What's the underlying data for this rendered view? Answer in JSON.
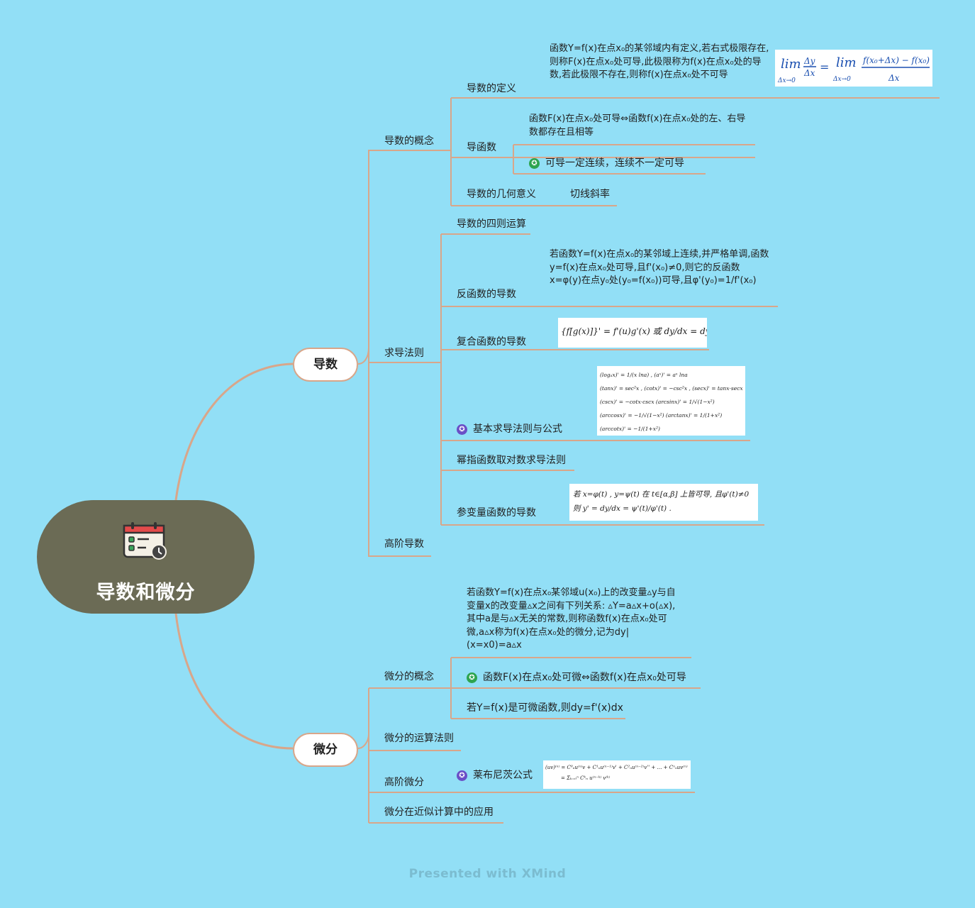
{
  "root": {
    "title": "导数和微分",
    "icon": "calendar-checklist-clock-icon"
  },
  "branches": {
    "derivative": {
      "label": "导数",
      "concept": {
        "label": "导数的概念",
        "definition": {
          "label": "导数的定义",
          "text": "函数Y=f(x)在点x₀的某邻域内有定义,若右式极限存在,则称F(x)在点x₀处可导,此极限称为f(x)在点x₀处的导数,若此极限不存在,则称f(x)在点x₀处不可导",
          "formula": "lim Δy/Δx = lim [f(x₀+Δx) − f(x₀)] / Δx (Δx→0)"
        },
        "derivative_function": {
          "label": "导函数",
          "text": "函数F(x)在点x₀处可导⇔函数f(x)在点x₀处的左、右导数都存在且相等",
          "note": "可导一定连续，连续不一定可导"
        },
        "geometric": {
          "label": "导数的几何意义",
          "value": "切线斜率"
        }
      },
      "rules": {
        "label": "求导法则",
        "arithmetic": "导数的四则运算",
        "inverse": {
          "label": "反函数的导数",
          "text": "若函数Y=f(x)在点x₀的某邻域上连续,并严格单调,函数y=f(x)在点x₀处可导,且f'(x₀)≠0,则它的反函数x=φ(y)在点y₀处(y₀=f(x₀))可导,且φ'(y₀)=1/f'(x₀)"
        },
        "composite": {
          "label": "复合函数的导数",
          "formula": "{f[g(x)]}' = f'(u)g'(x) 或 dy/dx = dy/du · du/dx"
        },
        "basic": {
          "label": "基本求导法则与公式",
          "formulas": [
            "(logₐx)' = 1/(x lna) ,  (aˣ)' = aˣ lna",
            "(tanx)' = sec²x , (cotx)' = −csc²x , (secx)' = tanx·secx",
            "(cscx)' = −cotx·cscx    (arcsinx)' = 1/√(1−x²)",
            "(arccosx)' = −1/√(1−x²)    (arctanx)' = 1/(1+x²)",
            "(arccotx)' = −1/(1+x²)"
          ]
        },
        "power_exp": "幂指函数取对数求导法则",
        "parametric": {
          "label": "参变量函数的导数",
          "formula_lines": [
            "若 x=φ(t) , y=ψ(t) 在 t∈[α,β] 上皆可导, 且φ'(t)≠0",
            "则 y' = dy/dx = ψ'(t)/φ'(t) ."
          ]
        }
      },
      "higher_order": "高阶导数"
    },
    "differential": {
      "label": "微分",
      "concept": {
        "label": "微分的概念",
        "text": "若函数Y=f(x)在点x₀某邻域u(x₀)上的改变量▵y与自变量x的改变量▵x之间有下列关系: ▵Y=a▵x+o(▵x),其中a是与▵x无关的常数,则称函数f(x)在点x₀处可微,a▵x称为f(x)在点x₀处的微分,记为dy|(x=x0)=a▵x",
        "equivalence": "函数F(x)在点x₀处可微⇔函数f(x)在点x₀处可导",
        "dy": "若Y=f(x)是可微函数,则dy=f'(x)dx"
      },
      "rules": "微分的运算法则",
      "higher_order": {
        "label": "高阶微分",
        "leibniz": "莱布尼茨公式",
        "formula_lines": [
          "(uv)⁽ⁿ⁾ = C⁰ₙu⁽ⁿ⁾v + C¹ₙu⁽ⁿ⁻¹⁾v' + C²ₙu⁽ⁿ⁻²⁾v'' + … + Cⁿₙuv⁽ⁿ⁾",
          "= Σₖ₌₀ⁿ Cᵏₙ u⁽ⁿ⁻ᵏ⁾ v⁽ᵏ⁾"
        ]
      },
      "approximation": "微分在近似计算中的应用"
    }
  },
  "footer": "Presented with XMind",
  "colors": {
    "background": "#92dff6",
    "root_fill": "#6b6b55",
    "connector": "#d8a68a",
    "green_star": "#2ea44f",
    "purple_star": "#6a4fc7",
    "formula_ink": "#1a4fb0"
  }
}
